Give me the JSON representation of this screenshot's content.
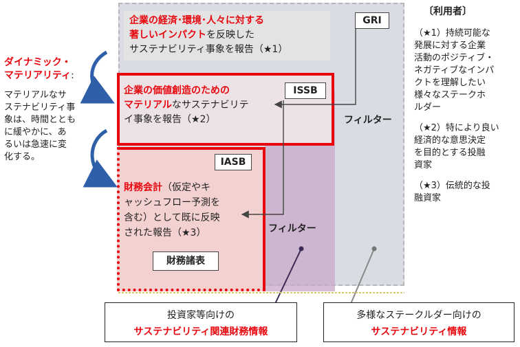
{
  "boxes": {
    "gri": {
      "label": "GRI",
      "line1": "企業の経済･環境･人々に対する",
      "line2_red": "著しいインパクト",
      "line2_rest": "を反映した",
      "line3": "サステナビリティ事象を報告（★1）"
    },
    "issb": {
      "label": "ISSB",
      "line1": "企業の価値創造のための",
      "line2_red": "マテリアル",
      "line2_rest": "なサステナビリテ",
      "line3": "イ事象を報告（★2）"
    },
    "iasb": {
      "label": "IASB",
      "line1_red": "財務会計",
      "line1_rest": "（仮定やキ",
      "line2": "ャッシュフロー予測を",
      "line3": "含む）として既に反映",
      "line4": "された報告（★3）",
      "statements": "財務諸表"
    }
  },
  "filters": {
    "right": "フィルター",
    "middle": "フィルター"
  },
  "left_panel": {
    "title_line1": "ダイナミック・",
    "title_line2": "マテリアリティ",
    "title_suffix": ":",
    "body": [
      "マテリアルなサ",
      "ステナビリティ事",
      "象は、時間ととも",
      "に緩やかに、あ",
      "るいは急速に変",
      "化する。"
    ]
  },
  "users_panel": {
    "header": "〔利用者〕",
    "note1": [
      "（★1）持続可能な",
      "発展に対する企業",
      "活動のポジティブ・",
      "ネガティブなインパ",
      "クトを理解したい",
      "様々なステークホ",
      "ルダー"
    ],
    "note2": [
      "（★2）特により良い",
      "経済的な意思決定",
      "を目的とする投融",
      "資家"
    ],
    "note3": [
      "（★3）伝統的な投",
      "融資家"
    ]
  },
  "bottom": {
    "left_line1": "投資家等向けの",
    "left_line2": "サステナビリティ関連財務情報",
    "right_line1": "多様なステークルダー向けの",
    "right_line2": "サステナビリティ情報"
  },
  "colors": {
    "accent_red": "#e8070f",
    "arrow_blue": "#2f5fa8",
    "purple": "#c8a9c8"
  }
}
